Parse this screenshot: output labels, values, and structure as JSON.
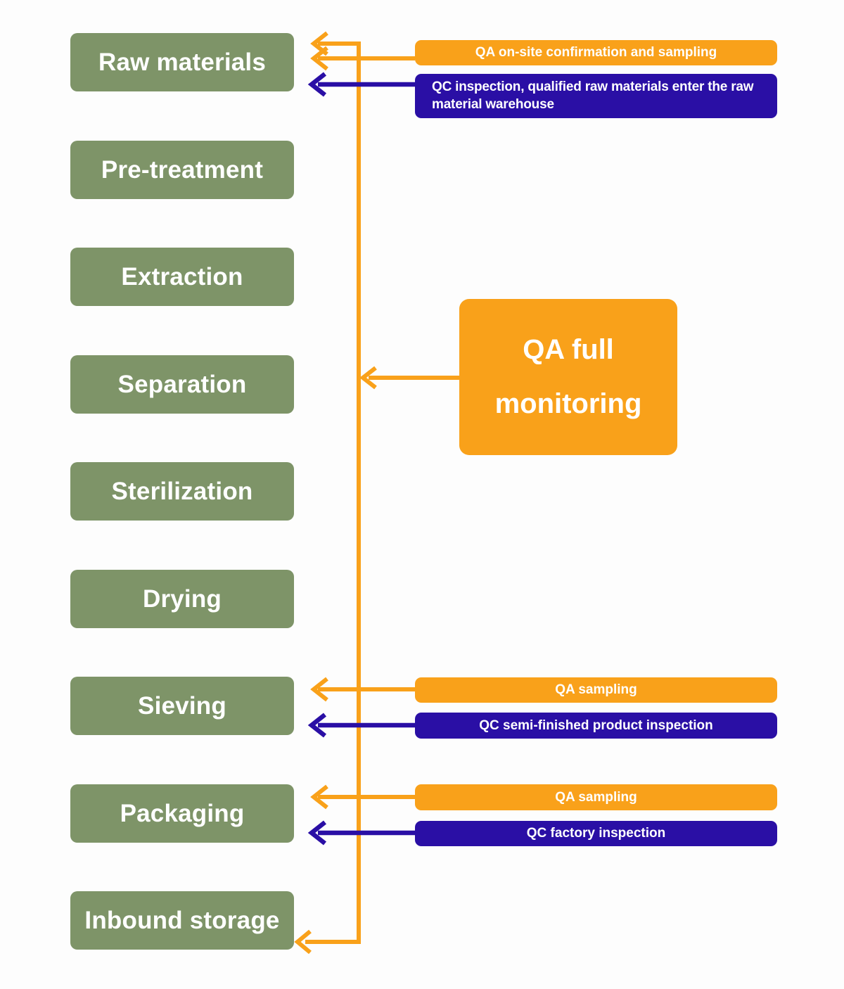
{
  "colors": {
    "process_green": "#7E9468",
    "qa_orange": "#F9A11A",
    "qc_navy": "#2A0FA5",
    "label_text": "#FFFFFF",
    "background": "#FDFDFD"
  },
  "process_steps": [
    "Raw materials",
    "Pre-treatment",
    "Extraction",
    "Separation",
    "Sterilization",
    "Drying",
    "Sieving",
    "Packaging",
    "Inbound storage"
  ],
  "annotations": {
    "raw_materials_qa": "QA on-site confirmation and sampling",
    "raw_materials_qc": "QC inspection, qualified raw materials enter the raw material warehouse",
    "sieving_qa": "QA sampling",
    "sieving_qc": "QC semi-finished product inspection",
    "packaging_qa": "QA sampling",
    "packaging_qc": "QC factory inspection"
  },
  "monitor_box": {
    "line1": "QA full",
    "line2": "monitoring"
  }
}
